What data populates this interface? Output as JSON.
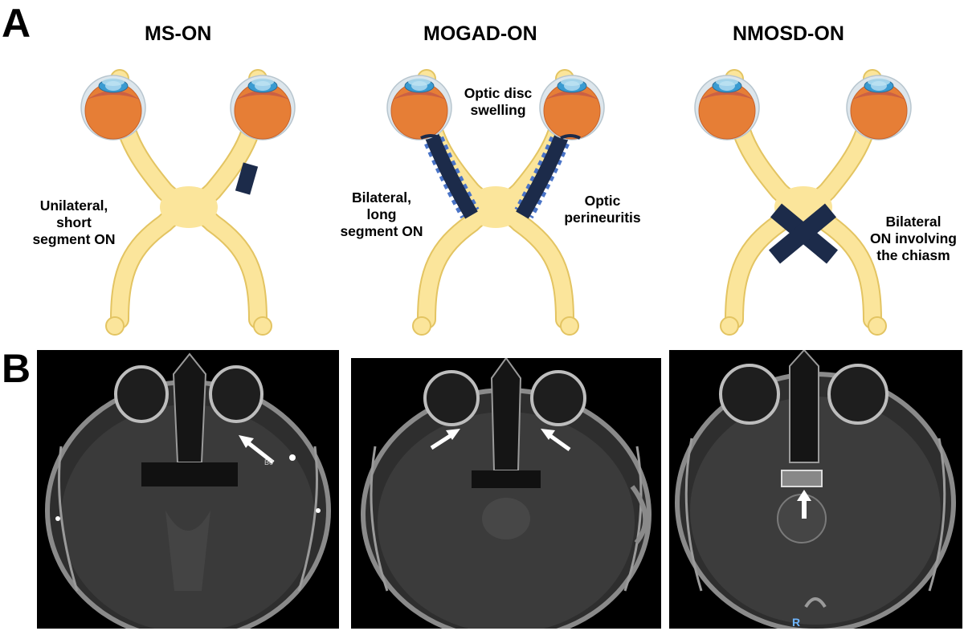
{
  "panels": {
    "a_letter": "A",
    "b_letter": "B"
  },
  "diagrams": [
    {
      "title": "MS-ON",
      "labels": [
        "Unilateral,",
        "short",
        "segment ON"
      ]
    },
    {
      "title": "MOGAD-ON",
      "labels_top": [
        "Optic disc",
        "swelling"
      ],
      "labels_left": [
        "Bilateral,",
        "long",
        "segment ON"
      ],
      "labels_right": [
        "Optic",
        "perineuritis"
      ]
    },
    {
      "title": "NMOSD-ON",
      "labels": [
        "Bilateral",
        "ON involving",
        "the chiasm"
      ]
    }
  ],
  "mri": {
    "left_marker": "B0",
    "right_marker": "R"
  },
  "colors": {
    "nerve_fill": "#fbe59b",
    "nerve_stroke": "#e3c462",
    "lesion": "#1c2b4a",
    "sheath": "#4a74c7",
    "globe": "#e67e36",
    "globe_rim": "#c9d9e3",
    "iris": "#3a9bd1"
  },
  "icons": [
    "white-arrow-icon"
  ]
}
